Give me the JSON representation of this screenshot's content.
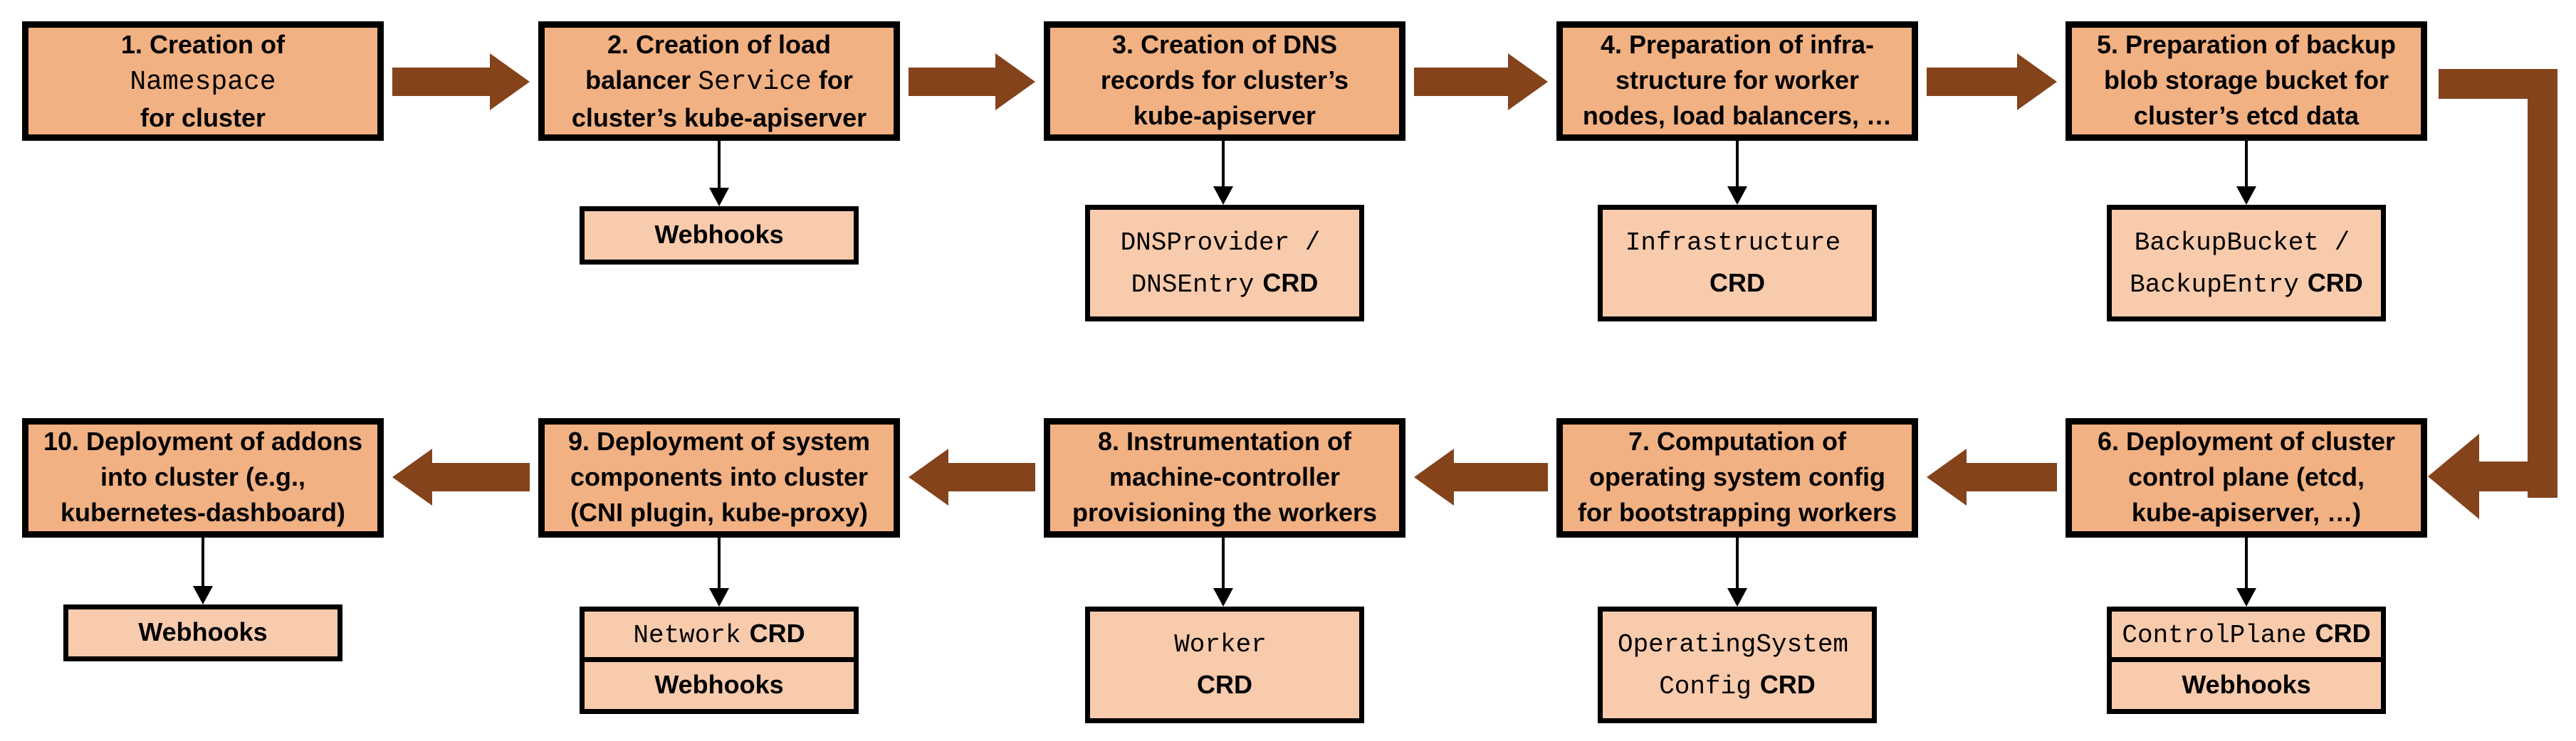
{
  "colors": {
    "main_box_fill": "#F2B183",
    "sub_box_fill": "#F8CBAD",
    "arrow_brown": "#84431B",
    "border_black": "#000000"
  },
  "steps": [
    {
      "t1": "1. Creation of\n",
      "code": "Namespace",
      "t2": "\nfor cluster"
    },
    {
      "t1": "2. Creation of load\nbalancer ",
      "code": "Service",
      "t2": " for\ncluster’s kube-apiserver"
    },
    {
      "t1": "3. Creation of DNS\nrecords for cluster’s\nkube-apiserver",
      "code": "",
      "t2": ""
    },
    {
      "t1": "4. Preparation of infra-\nstructure for worker\nnodes, load balancers, …",
      "code": "",
      "t2": ""
    },
    {
      "t1": "5. Preparation of backup\nblob storage bucket for\ncluster’s etcd data",
      "code": "",
      "t2": ""
    },
    {
      "t1": "6. Deployment of cluster\ncontrol plane (etcd,\nkube-apiserver, …)",
      "code": "",
      "t2": ""
    },
    {
      "t1": "7. Computation of\noperating system config\nfor bootstrapping workers",
      "code": "",
      "t2": ""
    },
    {
      "t1": "8. Instrumentation of\nmachine-controller\nprovisioning the workers",
      "code": "",
      "t2": ""
    },
    {
      "t1": "9. Deployment of system\ncomponents into cluster\n(CNI plugin, kube-proxy)",
      "code": "",
      "t2": ""
    },
    {
      "t1": "10. Deployment of addons\ninto cluster (e.g.,\nkubernetes-dashboard)",
      "code": "",
      "t2": ""
    }
  ],
  "sub_boxes": {
    "webhooks_2": {
      "line1_sans": "Webhooks"
    },
    "dns": {
      "line1_code": "DNSProvider /",
      "line2_code": "DNSEntry",
      "line2_sans": "CRD"
    },
    "infra": {
      "line1_code": "Infrastructure",
      "line2_sans": "CRD"
    },
    "backup": {
      "line1_code": "BackupBucket /",
      "line2_code": "BackupEntry",
      "line2_sans": "CRD"
    },
    "controlplane": {
      "line1_code": "ControlPlane",
      "line1_sans": "CRD"
    },
    "webhooks_6": {
      "line1_sans": "Webhooks"
    },
    "osc": {
      "line1_code": "OperatingSystem",
      "line2_code": "Config",
      "line2_sans": "CRD"
    },
    "worker": {
      "line1_code": "Worker",
      "line2_sans": "CRD"
    },
    "network": {
      "line1_code": "Network",
      "line1_sans": "CRD"
    },
    "webhooks_9": {
      "line1_sans": "Webhooks"
    },
    "webhooks_10": {
      "line1_sans": "Webhooks"
    }
  }
}
